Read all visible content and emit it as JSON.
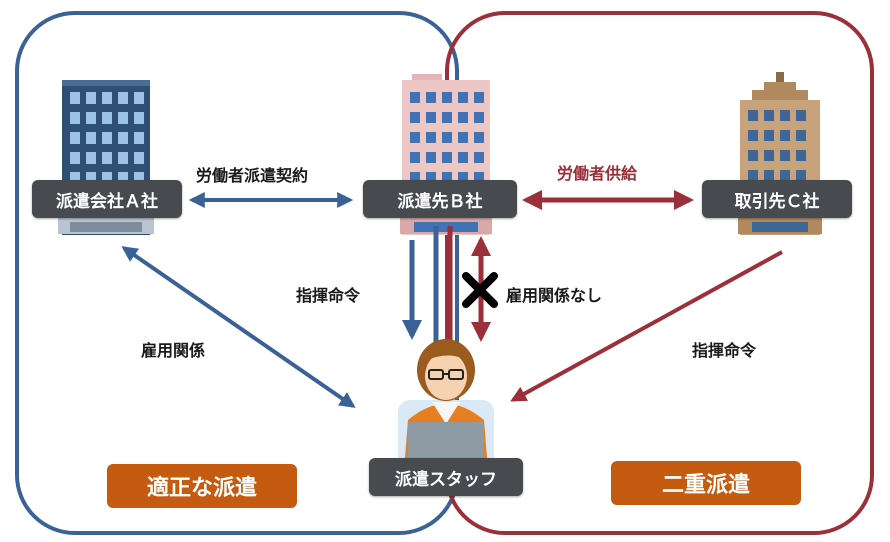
{
  "colors": {
    "proper": "#3b6296",
    "double": "#9b2f3a",
    "node_bg": "#474b50",
    "tag_bg": "#c55a11"
  },
  "nodes": {
    "company_a": "派遣会社Ａ社",
    "company_b": "派遣先Ｂ社",
    "company_c": "取引先Ｃ社",
    "staff": "派遣スタッフ"
  },
  "relations": {
    "dispatch_contract": "労働者派遣契約",
    "labor_supply": "労働者供給",
    "employment": "雇用関係",
    "command_b": "指揮命令",
    "no_employment": "雇用関係なし",
    "command_c": "指揮命令"
  },
  "regions": {
    "proper": "適正な派遣",
    "double": "二重派遣"
  },
  "icons": [
    "office-building-icon",
    "person-at-laptop-icon",
    "cross-mark-icon"
  ]
}
